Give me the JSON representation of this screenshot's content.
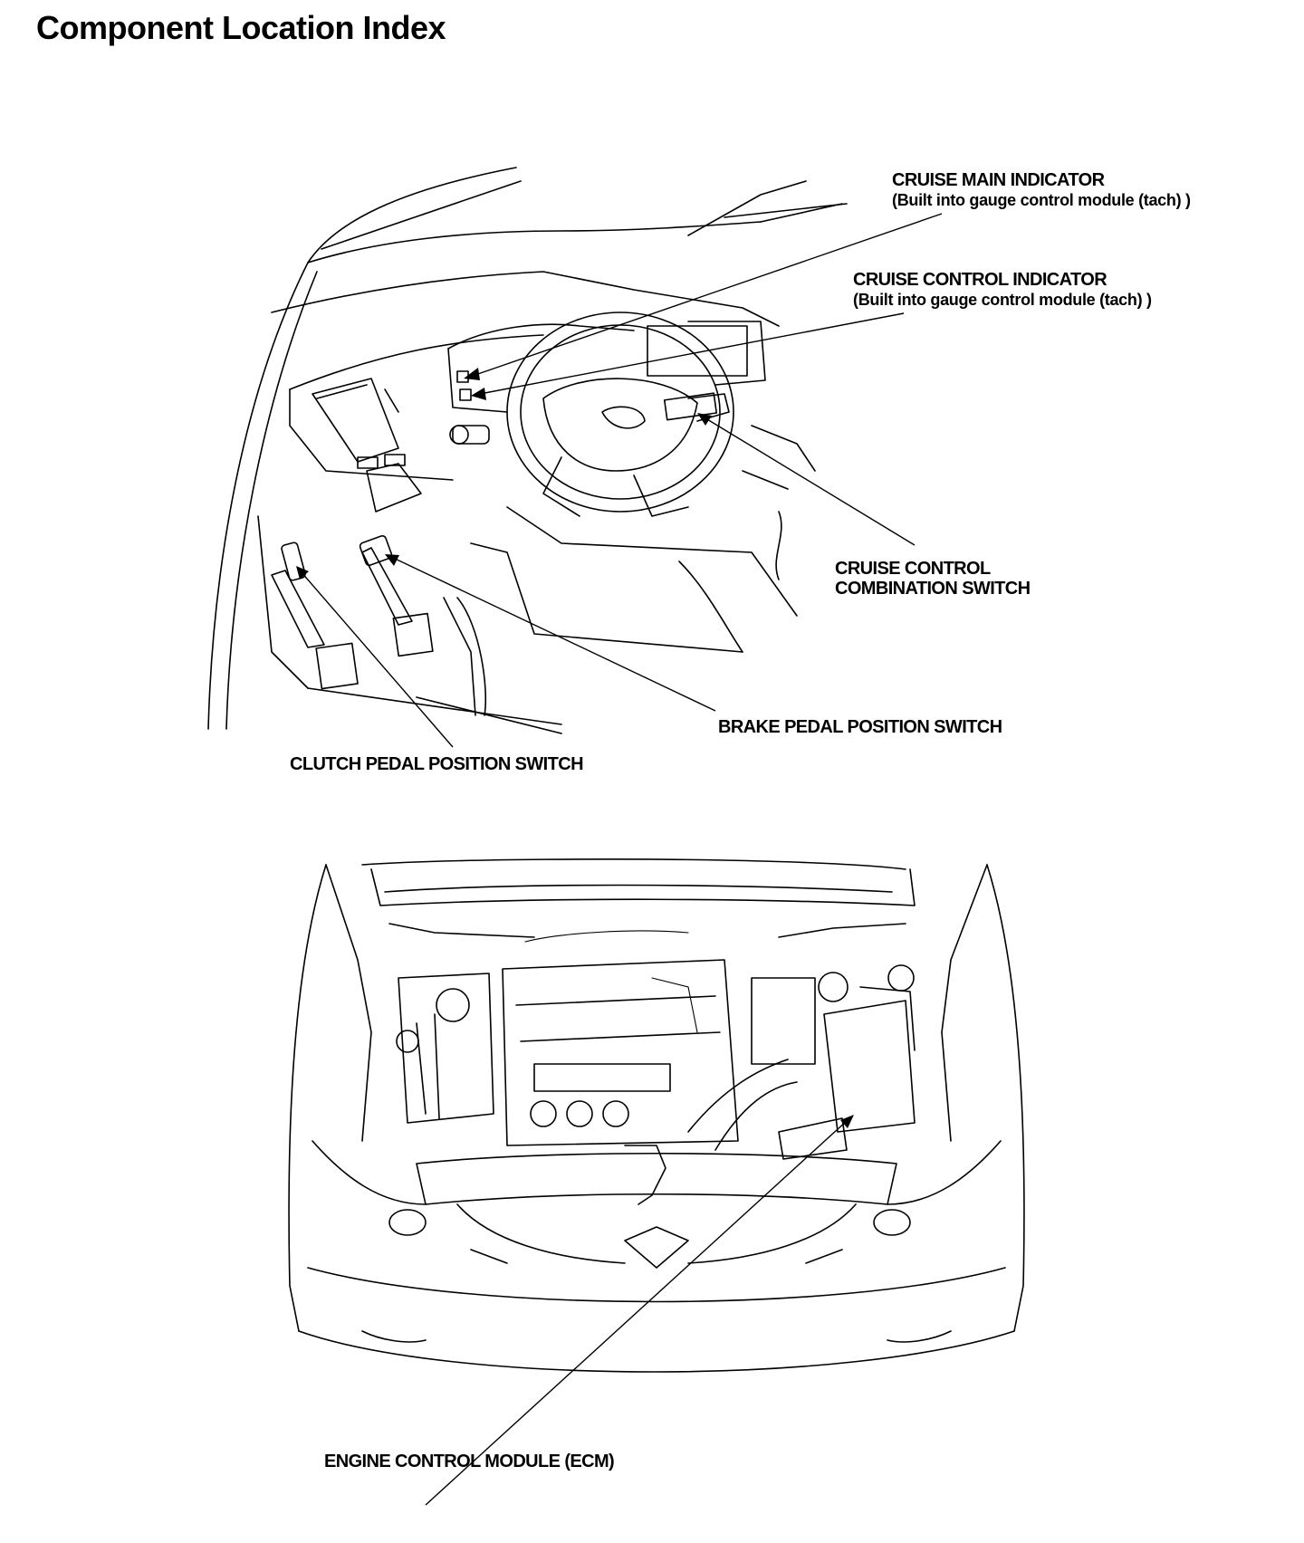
{
  "page": {
    "title": "Component Location Index"
  },
  "labels": {
    "cruise_main": {
      "name": "CRUISE MAIN INDICATOR",
      "note": "(Built into gauge control module (tach) )"
    },
    "cruise_control_indicator": {
      "name": "CRUISE CONTROL INDICATOR",
      "note": "(Built into gauge control module (tach) )"
    },
    "combination_switch": {
      "line1": "CRUISE CONTROL",
      "line2": "COMBINATION SWITCH"
    },
    "brake_switch": "BRAKE PEDAL POSITION SWITCH",
    "clutch_switch": "CLUTCH PEDAL POSITION SWITCH",
    "ecm": "ENGINE CONTROL MODULE (ECM)"
  }
}
